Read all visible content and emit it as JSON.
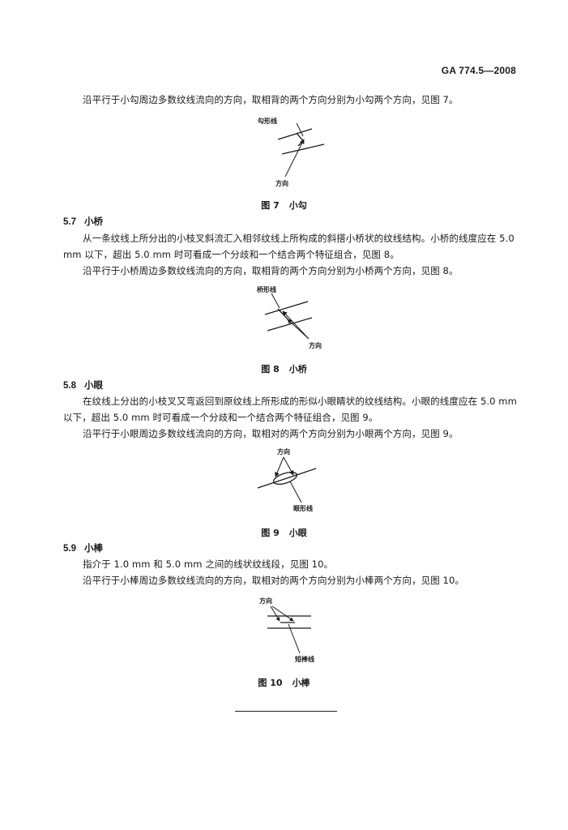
{
  "header": {
    "standard_id": "GA 774.5—2008"
  },
  "intro_paragraph": "沿平行于小勾周边多数纹线流向的方向，取相背的两个方向分别为小勾两个方向，见图 7。",
  "figure7": {
    "label_shape": "勾形线",
    "label_direction": "方向",
    "caption_num": "图 7",
    "caption_title": "小勾"
  },
  "section_57": {
    "number": "5.7",
    "title": "小桥",
    "para1": "从一条纹线上所分出的小枝叉斜流汇入相邻纹线上所构成的斜搭小桥状的纹线结构。小桥的线度应在 5.0 mm 以下，超出 5.0 mm 时可看成一个分歧和一个结合两个特征组合，见图 8。",
    "para2": "沿平行于小桥周边多数纹线流向的方向，取相背的两个方向分别为小桥两个方向，见图 8。"
  },
  "figure8": {
    "label_shape": "桥形线",
    "label_direction": "方向",
    "caption_num": "图 8",
    "caption_title": "小桥"
  },
  "section_58": {
    "number": "5.8",
    "title": "小眼",
    "para1": "在纹线上分出的小枝叉又弯返回到原纹线上所形成的形似小眼睛状的纹线结构。小眼的线度应在 5.0 mm 以下，超出 5.0 mm 时可看成一个分歧和一个结合两个特征组合，见图 9。",
    "para2": "沿平行于小眼周边多数纹线流向的方向，取相对的两个方向分别为小眼两个方向，见图 9。"
  },
  "figure9": {
    "label_direction": "方向",
    "label_shape": "眼形线",
    "caption_num": "图 9",
    "caption_title": "小眼"
  },
  "section_59": {
    "number": "5.9",
    "title": "小棒",
    "para1": "指介于 1.0 mm 和 5.0 mm 之间的线状纹线段，见图 10。",
    "para2": "沿平行于小棒周边多数纹线流向的方向，取相对的两个方向分别为小棒两个方向，见图 10。"
  },
  "figure10": {
    "label_direction": "方向",
    "label_shape": "短棒线",
    "caption_num": "图 10",
    "caption_title": "小棒"
  }
}
